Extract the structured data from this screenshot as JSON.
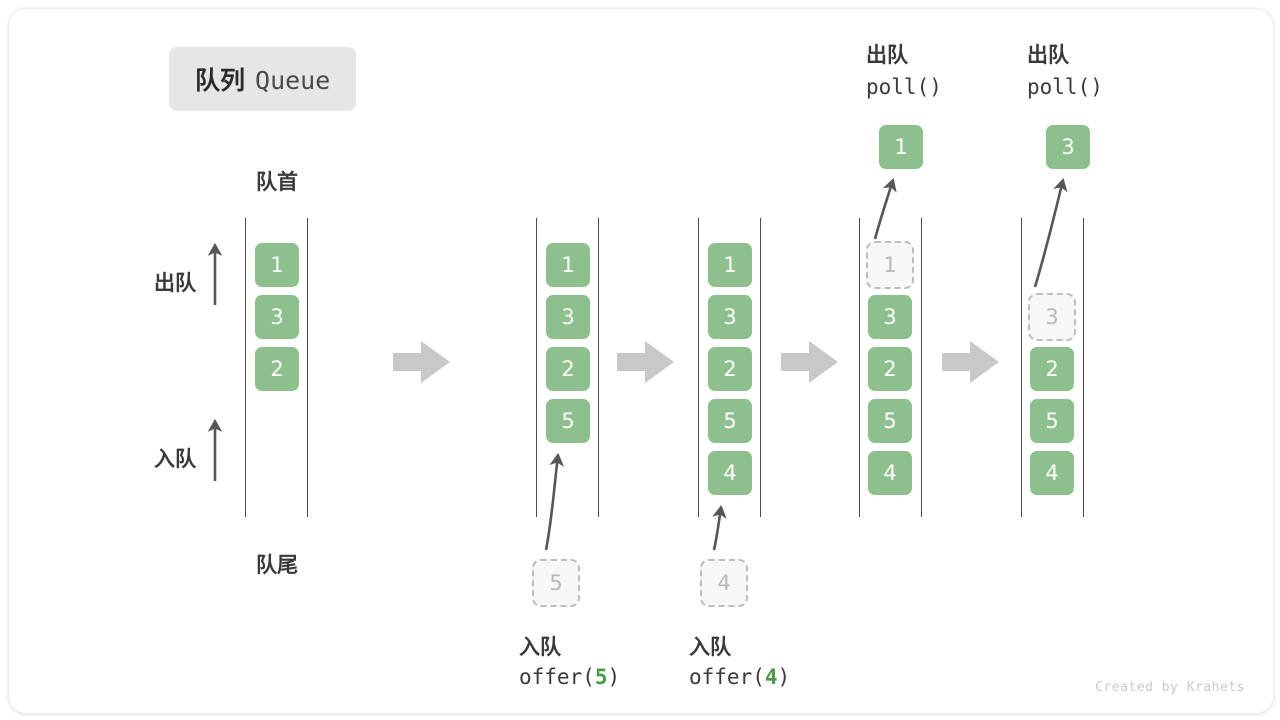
{
  "title": {
    "cn": "队列",
    "en": "Queue"
  },
  "labels": {
    "front": "队首",
    "rear": "队尾",
    "dequeue": "出队",
    "enqueue": "入队"
  },
  "colors": {
    "element_green": "#8ec08d",
    "ghost_fill": "#f7f7f7",
    "ghost_border": "#bdbdbd",
    "rail": "#4a4a4a",
    "arrow_gray": "#565656",
    "block_arrow": "#c8c8c8",
    "chip_bg": "#e6e6e6",
    "text_dark": "#3a3a3a",
    "watermark": "#c9c9c9"
  },
  "side_arrows": [
    {
      "name": "dequeue",
      "label": "出队",
      "direction": "up"
    },
    {
      "name": "enqueue",
      "label": "入队",
      "direction": "up"
    }
  ],
  "stages": [
    {
      "id": "initial",
      "cells": [
        {
          "value": "1",
          "state": "solid"
        },
        {
          "value": "3",
          "state": "solid"
        },
        {
          "value": "2",
          "state": "solid"
        }
      ]
    },
    {
      "id": "after-offer-5",
      "cells": [
        {
          "value": "1",
          "state": "solid"
        },
        {
          "value": "3",
          "state": "solid"
        },
        {
          "value": "2",
          "state": "solid"
        },
        {
          "value": "5",
          "state": "solid"
        }
      ],
      "op": {
        "kind": "enqueue",
        "cn": "入队",
        "call_prefix": "offer(",
        "call_value": "5",
        "call_suffix": ")",
        "ghost_value": "5"
      }
    },
    {
      "id": "after-offer-4",
      "cells": [
        {
          "value": "1",
          "state": "solid"
        },
        {
          "value": "3",
          "state": "solid"
        },
        {
          "value": "2",
          "state": "solid"
        },
        {
          "value": "5",
          "state": "solid"
        },
        {
          "value": "4",
          "state": "solid"
        }
      ],
      "op": {
        "kind": "enqueue",
        "cn": "入队",
        "call_prefix": "offer(",
        "call_value": "4",
        "call_suffix": ")",
        "ghost_value": "4"
      }
    },
    {
      "id": "after-poll-1",
      "cells": [
        {
          "value": "1",
          "state": "ghost"
        },
        {
          "value": "3",
          "state": "solid"
        },
        {
          "value": "2",
          "state": "solid"
        },
        {
          "value": "5",
          "state": "solid"
        },
        {
          "value": "4",
          "state": "solid"
        }
      ],
      "op": {
        "kind": "dequeue",
        "cn": "出队",
        "call": "poll()",
        "popped_value": "1"
      }
    },
    {
      "id": "after-poll-3",
      "cells": [
        {
          "value": "",
          "state": "empty"
        },
        {
          "value": "3",
          "state": "ghost"
        },
        {
          "value": "2",
          "state": "solid"
        },
        {
          "value": "5",
          "state": "solid"
        },
        {
          "value": "4",
          "state": "solid"
        }
      ],
      "op": {
        "kind": "dequeue",
        "cn": "出队",
        "call": "poll()",
        "popped_value": "3"
      }
    }
  ],
  "transitions": [
    {
      "name": "transition-arrow-1"
    },
    {
      "name": "transition-arrow-2"
    },
    {
      "name": "transition-arrow-3"
    },
    {
      "name": "transition-arrow-4"
    }
  ],
  "watermark": "Created by Krahets"
}
